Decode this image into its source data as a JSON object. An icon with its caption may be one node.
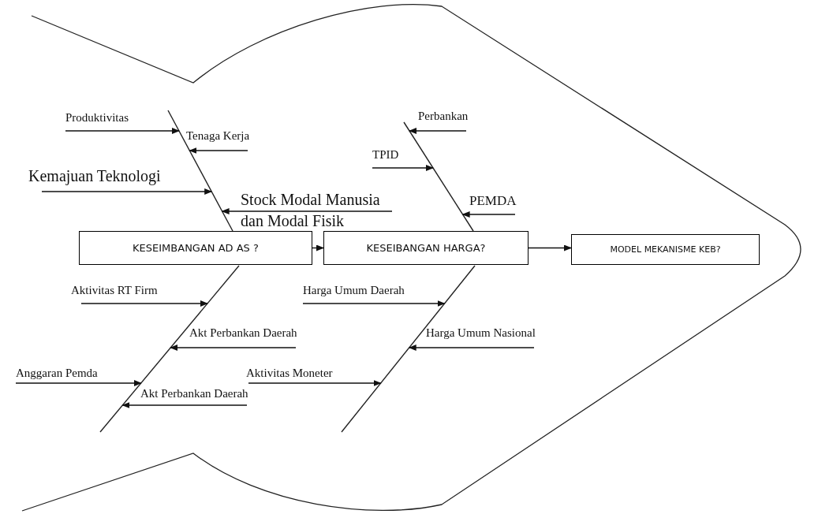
{
  "diagram": {
    "nodes": [
      {
        "text": [
          "KESEIMBANGAN AD AS ?"
        ]
      },
      {
        "text": [
          "KESEIBANGAN HARGA?"
        ]
      },
      {
        "text": [
          "MODEL MEKANISME KEB?"
        ]
      },
      {
        "text": [],
        "shape": "line"
      },
      {
        "text": [],
        "shape": "line"
      },
      {
        "text": [],
        "shape": "line"
      },
      {
        "text": [],
        "shape": "line"
      },
      {
        "text": [
          "Produktivitas"
        ]
      },
      {
        "text": [
          "Tenaga Kerja"
        ]
      },
      {
        "text": [
          "Kemajuan Teknologi"
        ]
      },
      {
        "text": [
          "Stock Modal Manusia dan Modal Fisik"
        ]
      },
      {
        "text": [
          "Perbankan"
        ]
      },
      {
        "text": [
          "TPID"
        ]
      },
      {
        "text": [
          "PEMDA"
        ]
      },
      {
        "text": [
          "Aktivitas RT Firm"
        ]
      },
      {
        "text": [
          "Akt Perbankan Daerah"
        ]
      },
      {
        "text": [
          "Anggaran Pemda"
        ]
      },
      {
        "text": [
          "Akt Perbankan Daerah"
        ]
      },
      {
        "text": [
          "Harga Umum Daerah"
        ]
      },
      {
        "text": [
          "Harga Umum Nasional"
        ]
      },
      {
        "text": [
          "Aktivitas Moneter"
        ]
      }
    ],
    "edges": [
      {
        "from": 0,
        "to": 1,
        "arrow": "to"
      },
      {
        "from": 1,
        "to": 2,
        "arrow": "to"
      },
      {
        "from": 7,
        "to": 3,
        "arrow": "to"
      },
      {
        "from": 8,
        "to": 3,
        "arrow": "to"
      },
      {
        "from": 9,
        "to": 3,
        "arrow": "to"
      },
      {
        "from": 10,
        "to": 3,
        "arrow": "to"
      },
      {
        "from": 11,
        "to": 5,
        "arrow": "to"
      },
      {
        "from": 12,
        "to": 5,
        "arrow": "to"
      },
      {
        "from": 13,
        "to": 5,
        "arrow": "to"
      },
      {
        "from": 14,
        "to": 4,
        "arrow": "to"
      },
      {
        "from": 15,
        "to": 4,
        "arrow": "to"
      },
      {
        "from": 16,
        "to": 4,
        "arrow": "to"
      },
      {
        "from": 17,
        "to": 4,
        "arrow": "to"
      },
      {
        "from": 18,
        "to": 6,
        "arrow": "to"
      },
      {
        "from": 19,
        "to": 6,
        "arrow": "to"
      },
      {
        "from": 20,
        "to": 6,
        "arrow": "to"
      }
    ]
  }
}
